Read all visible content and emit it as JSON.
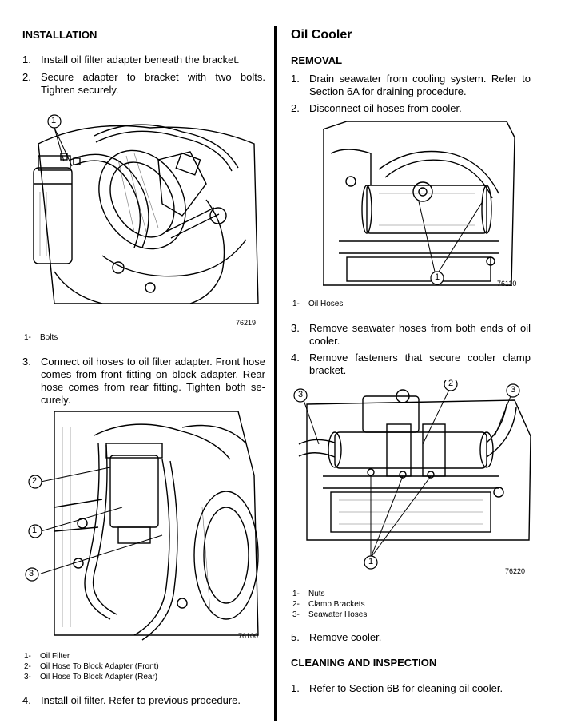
{
  "left": {
    "installation_heading": "INSTALLATION",
    "steps_top": [
      {
        "num": "1.",
        "text": "Install oil filter adapter beneath the bracket."
      },
      {
        "num": "2.",
        "text": "Secure adapter to bracket with two bolts. Tighten securely."
      }
    ],
    "figure1": {
      "number": "76219",
      "callouts": [
        "1"
      ]
    },
    "legend1": [
      {
        "num": "1-",
        "text": "Bolts"
      }
    ],
    "step3": {
      "num": "3.",
      "text": "Connect oil hoses to oil filter adapter. Front hose comes from front fitting on block adapter. Rear hose comes from rear fitting. Tighten both se-curely."
    },
    "figure2": {
      "number": "76100",
      "callouts": [
        "2",
        "1",
        "3"
      ]
    },
    "legend2": [
      {
        "num": "1-",
        "text": "Oil Filter"
      },
      {
        "num": "2-",
        "text": "Oil Hose To Block Adapter (Front)"
      },
      {
        "num": "3-",
        "text": "Oil Hose To Block Adapter (Rear)"
      }
    ],
    "step4": {
      "num": "4.",
      "text": "Install oil filter. Refer to previous procedure."
    }
  },
  "right": {
    "title": "Oil Cooler",
    "removal_heading": "REMOVAL",
    "steps_a": [
      {
        "num": "1.",
        "text": "Drain seawater from cooling system. Refer to Section 6A for draining procedure."
      },
      {
        "num": "2.",
        "text": "Disconnect oil hoses from cooler."
      }
    ],
    "figure3": {
      "number": "76110",
      "callouts": [
        "1"
      ]
    },
    "legend3": [
      {
        "num": "1-",
        "text": "Oil Hoses"
      }
    ],
    "steps_b": [
      {
        "num": "3.",
        "text": "Remove seawater hoses from both ends of oil cooler."
      },
      {
        "num": "4.",
        "text": "Remove fasteners that secure cooler clamp bracket."
      }
    ],
    "figure4": {
      "number": "76220",
      "callouts": [
        "3",
        "2",
        "3",
        "1"
      ]
    },
    "legend4": [
      {
        "num": "1-",
        "text": "Nuts"
      },
      {
        "num": "2-",
        "text": "Clamp Brackets"
      },
      {
        "num": "3-",
        "text": "Seawater Hoses"
      }
    ],
    "step5": {
      "num": "5.",
      "text": "Remove cooler."
    },
    "cleaning_heading": "CLEANING AND INSPECTION",
    "cleaning_step": {
      "num": "1.",
      "text": "Refer to Section 6B for cleaning oil cooler."
    }
  }
}
